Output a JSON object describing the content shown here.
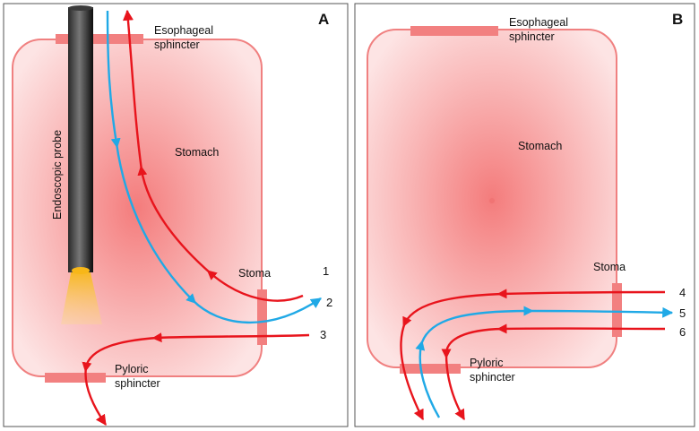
{
  "panel_a": {
    "letter": "A",
    "esophageal_sphincter": [
      "Esophageal",
      "sphincter"
    ],
    "stomach": "Stomach",
    "endoscopic_probe": "Endoscopic probe",
    "stoma": "Stoma",
    "pyloric_sphincter": [
      "Pyloric",
      "sphincter"
    ],
    "flow_labels": [
      "1",
      "2",
      "3"
    ]
  },
  "panel_b": {
    "letter": "B",
    "esophageal_sphincter": [
      "Esophageal",
      "sphincter"
    ],
    "stomach": "Stomach",
    "stoma": "Stoma",
    "pyloric_sphincter": [
      "Pyloric",
      "sphincter"
    ],
    "flow_labels": [
      "4",
      "5",
      "6"
    ]
  },
  "colors": {
    "red_flow": "#e8141c",
    "blue_flow": "#20a9e6",
    "sphincter": "#f28080",
    "stomach_outline": "#f08080"
  }
}
